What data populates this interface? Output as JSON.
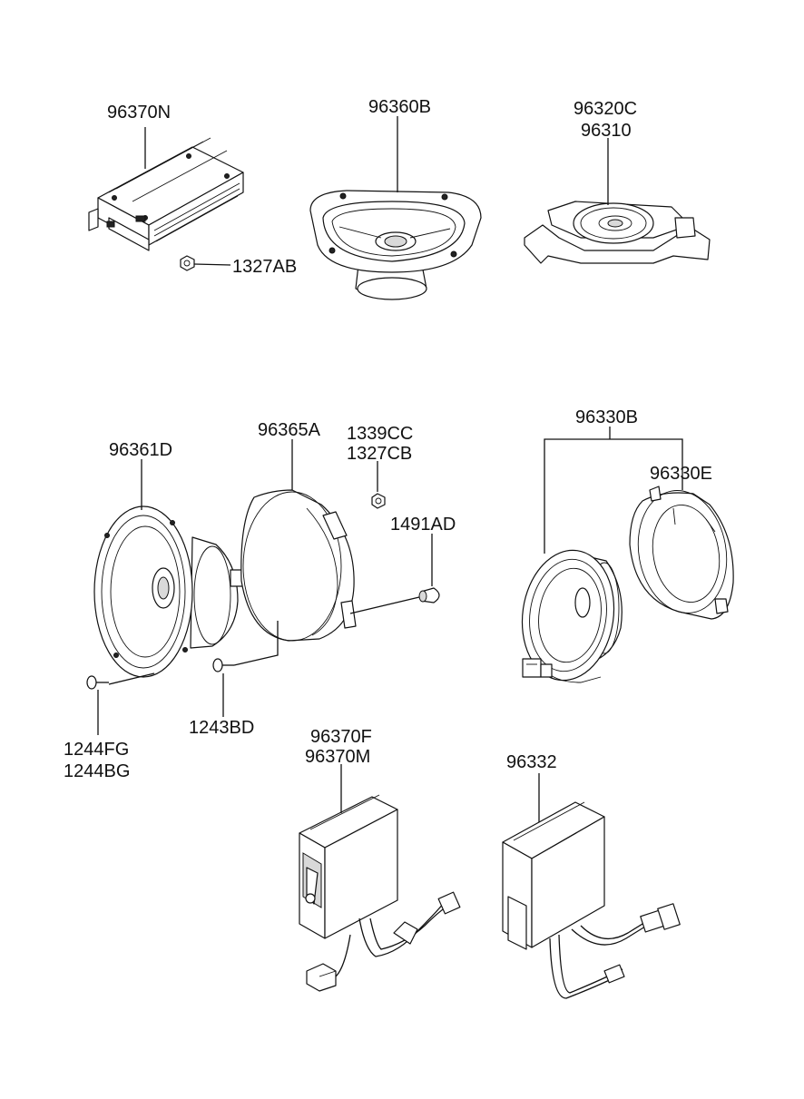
{
  "parts": {
    "amp_main": "96370N",
    "nut_amp": "1327AB",
    "speaker_oval": "96360B",
    "tweeter_a": "96320C",
    "tweeter_b": "96310",
    "woofer": "96361D",
    "baffle": "96365A",
    "nut_a": "1339CC",
    "nut_b": "1327CB",
    "clip": "1491AD",
    "screw_baffle": "1243BD",
    "screw_woofer_a": "1244FG",
    "screw_woofer_b": "1244BG",
    "speaker_assy": "96330B",
    "spacer": "96330E",
    "module_a": "96370F",
    "module_b": "96370M",
    "module_c": "96332"
  }
}
